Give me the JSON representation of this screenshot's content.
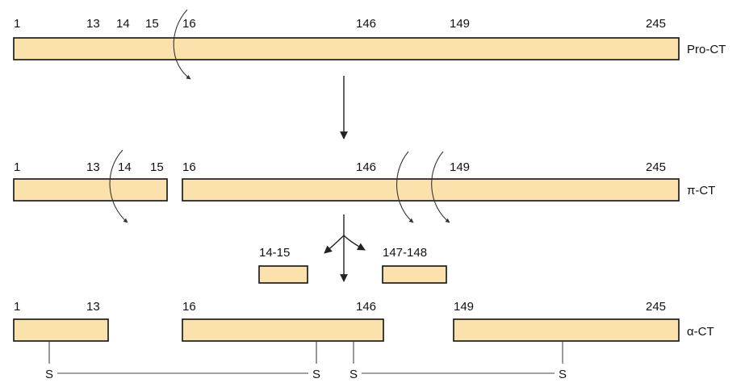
{
  "colors": {
    "segment_fill": "#fbe2ad",
    "segment_stroke": "#111111",
    "text": "#111111"
  },
  "pro_ct": {
    "label": "Pro-CT",
    "numbers": [
      "1",
      "13",
      "14",
      "15",
      "16",
      "146",
      "149",
      "245"
    ]
  },
  "pi_ct": {
    "label": "π-CT",
    "numbers": [
      "1",
      "13",
      "14",
      "15",
      "16",
      "146",
      "149",
      "245"
    ]
  },
  "fragments": {
    "left": "14-15",
    "right": "147-148"
  },
  "alpha_ct": {
    "label": "α-CT",
    "numbers": [
      "1",
      "13",
      "16",
      "146",
      "149",
      "245"
    ],
    "disulfide_label": "S"
  }
}
